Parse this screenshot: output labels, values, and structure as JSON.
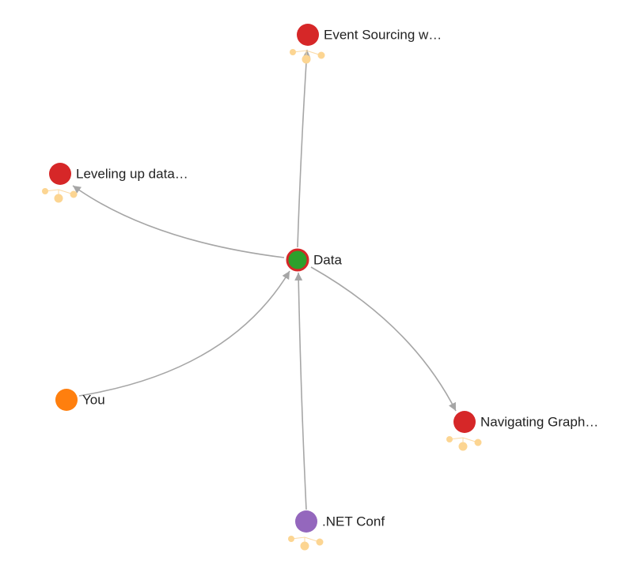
{
  "graph": {
    "colors": {
      "edge": "#a6a6a6",
      "expander": "#fcd592",
      "session": "#d62728",
      "topic": "#2ca02c",
      "topic_ring": "#d62728",
      "user": "#ff7f0e",
      "event": "#9467bd"
    },
    "nodes": [
      {
        "id": "data",
        "label": "Data",
        "kind": "topic",
        "icon": "topic-node-icon",
        "expandable": false
      },
      {
        "id": "event-sourcing",
        "label": "Event Sourcing w…",
        "kind": "session",
        "icon": "session-node-icon",
        "expandable": true
      },
      {
        "id": "leveling-up",
        "label": "Leveling up data…",
        "kind": "session",
        "icon": "session-node-icon",
        "expandable": true
      },
      {
        "id": "you",
        "label": "You",
        "kind": "user",
        "icon": "user-node-icon",
        "expandable": false
      },
      {
        "id": "navigating-graph",
        "label": "Navigating Graph…",
        "kind": "session",
        "icon": "session-node-icon",
        "expandable": true
      },
      {
        "id": "net-conf",
        "label": ".NET Conf",
        "kind": "event",
        "icon": "event-node-icon",
        "expandable": true
      }
    ],
    "edges": [
      {
        "from": "data",
        "to": "event-sourcing"
      },
      {
        "from": "data",
        "to": "leveling-up"
      },
      {
        "from": "you",
        "to": "data"
      },
      {
        "from": "net-conf",
        "to": "data"
      },
      {
        "from": "data",
        "to": "navigating-graph"
      }
    ]
  }
}
